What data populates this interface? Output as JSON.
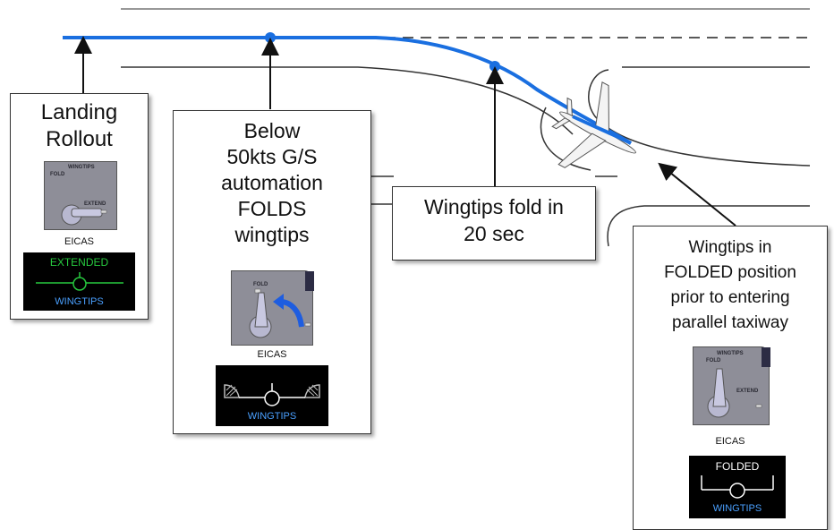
{
  "callouts": {
    "landing": {
      "title_line1": "Landing",
      "title_line2": "Rollout"
    },
    "below50": {
      "title_lines": [
        "Below",
        "50kts G/S",
        "automation",
        "FOLDS",
        "wingtips"
      ]
    },
    "fold20": {
      "line1": "Wingtips fold in",
      "line2": "20 sec"
    },
    "folded": {
      "title_lines": [
        "Wingtips in",
        "FOLDED position",
        "prior to entering",
        "parallel taxiway"
      ]
    }
  },
  "panel_labels": {
    "top": "WINGTIPS",
    "fold": "FOLD",
    "extend": "EXTEND"
  },
  "eicas_label": "EICAS",
  "eicas_displays": {
    "extended": {
      "status": "EXTENDED",
      "name": "WINGTIPS"
    },
    "folding": {
      "status": "",
      "name": "WINGTIPS"
    },
    "folded": {
      "status": "FOLDED",
      "name": "WINGTIPS"
    }
  },
  "colors": {
    "path": "#1a6fe0",
    "extended_text": "#27c93f",
    "wingtips_text": "#4aa0ff",
    "folded_text": "#ffffff"
  }
}
